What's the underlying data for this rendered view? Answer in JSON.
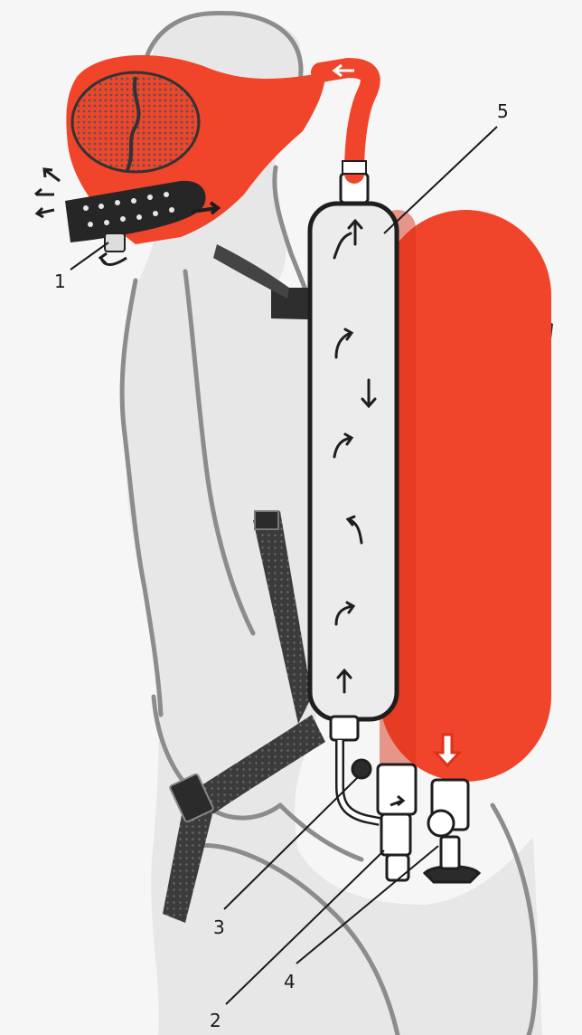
{
  "figure": {
    "callouts": [
      {
        "id": "1",
        "text": "1"
      },
      {
        "id": "2",
        "text": "2"
      },
      {
        "id": "3",
        "text": "3"
      },
      {
        "id": "4",
        "text": "4"
      },
      {
        "id": "5",
        "text": "5"
      }
    ],
    "colors": {
      "cylinder_red": "#f0452a",
      "cylinder_red_dark": "#d9331c",
      "outline_gray": "#8c8c8c",
      "body_fill": "#e7e7e7",
      "strap_dark": "#3b3b3b",
      "background": "#f6f6f6"
    }
  }
}
